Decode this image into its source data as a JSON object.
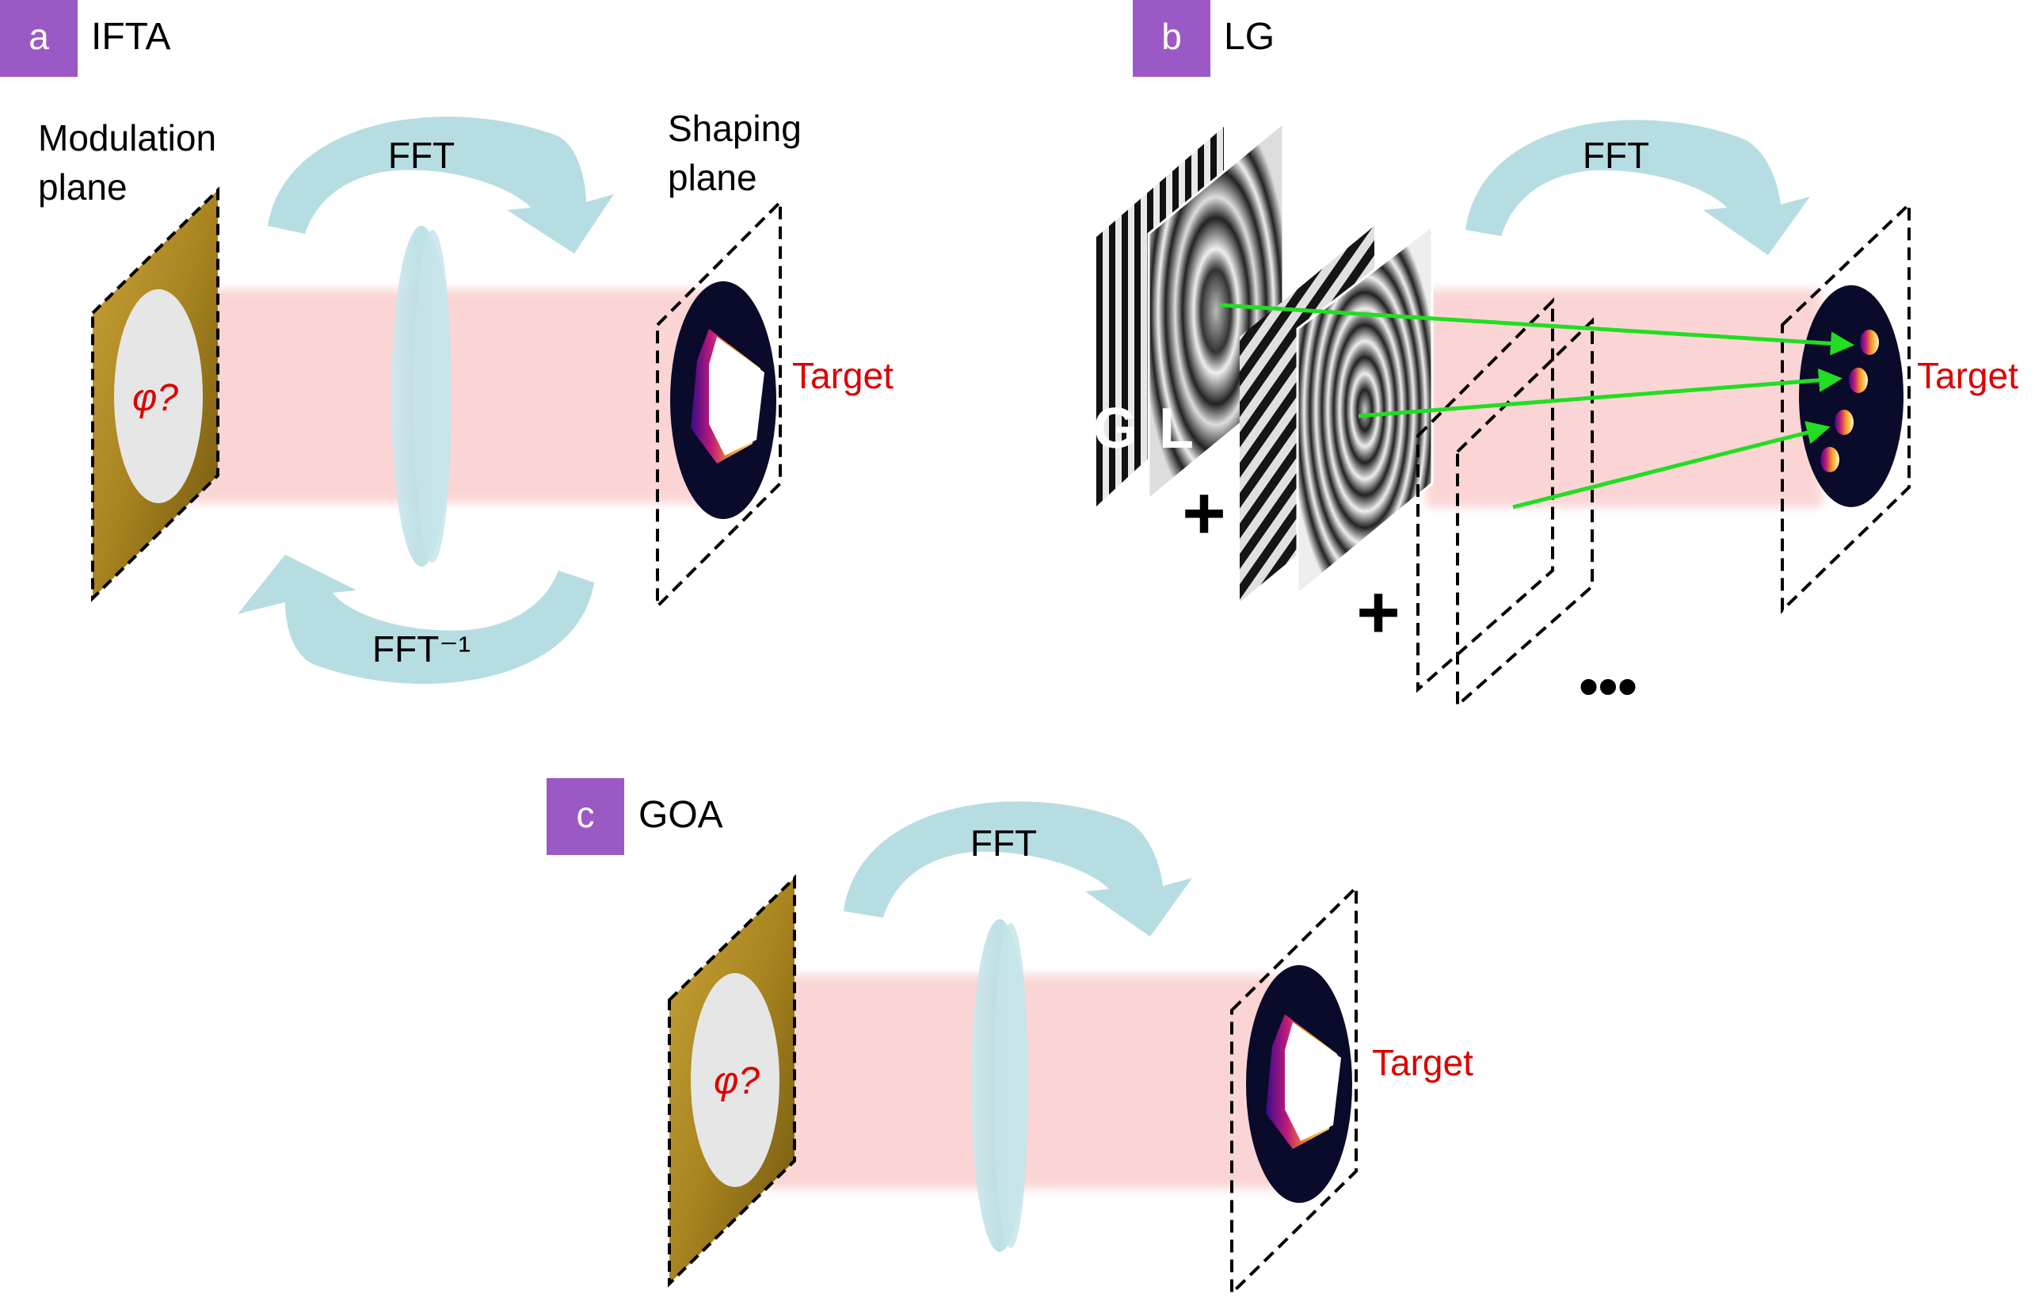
{
  "panels": {
    "a": {
      "badge": "a",
      "title": "IFTA",
      "modulation_label_line1": "Modulation",
      "modulation_label_line2": "plane",
      "shaping_label_line1": "Shaping",
      "shaping_label_line2": "plane",
      "phase_text": "φ?",
      "fft_forward": "FFT",
      "fft_inverse": "FFT⁻¹",
      "target": "Target"
    },
    "b": {
      "badge": "b",
      "title": "LG",
      "letter_g": "G",
      "letter_l": "L",
      "plus": "+",
      "ellipsis": "•••",
      "fft_forward": "FFT",
      "target": "Target"
    },
    "c": {
      "badge": "c",
      "title": "GOA",
      "phase_text": "φ?",
      "fft_forward": "FFT",
      "target": "Target"
    }
  },
  "colors": {
    "badge": "#9b59c6",
    "arrow": "#b6dde2",
    "beam": "#fbd5d5",
    "modulator": "#b08a2c",
    "target_text": "#dd0000",
    "lg_arrow": "#22dd22",
    "target_disc": "#0a0a2a"
  }
}
